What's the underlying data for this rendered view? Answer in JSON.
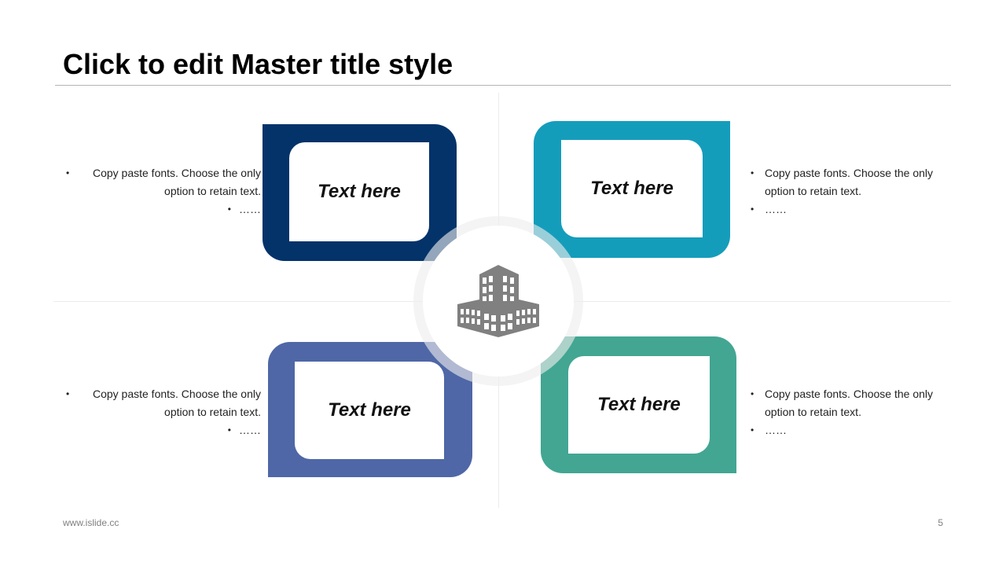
{
  "slide": {
    "title": "Click to edit Master title style",
    "footer_url": "www.islide.cc",
    "page_number": "5"
  },
  "colors": {
    "navy": "#04336a",
    "teal": "#149dbb",
    "periwinkle": "#4f67a6",
    "green": "#42a692",
    "icon_gray": "#808080"
  },
  "center": {
    "icon": "office-building-icon"
  },
  "cards": [
    {
      "label": "Text here"
    },
    {
      "label": "Text here"
    },
    {
      "label": "Text here"
    },
    {
      "label": "Text here"
    }
  ],
  "blocks": [
    {
      "line1": "Copy paste fonts. Choose the only option to retain text.",
      "line2": "……"
    },
    {
      "line1": "Copy paste fonts. Choose the only option to retain text.",
      "line2": "……"
    },
    {
      "line1": "Copy paste fonts. Choose the only option to retain text.",
      "line2": "……"
    },
    {
      "line1": "Copy paste fonts. Choose the only option to retain text.",
      "line2": "……"
    }
  ]
}
